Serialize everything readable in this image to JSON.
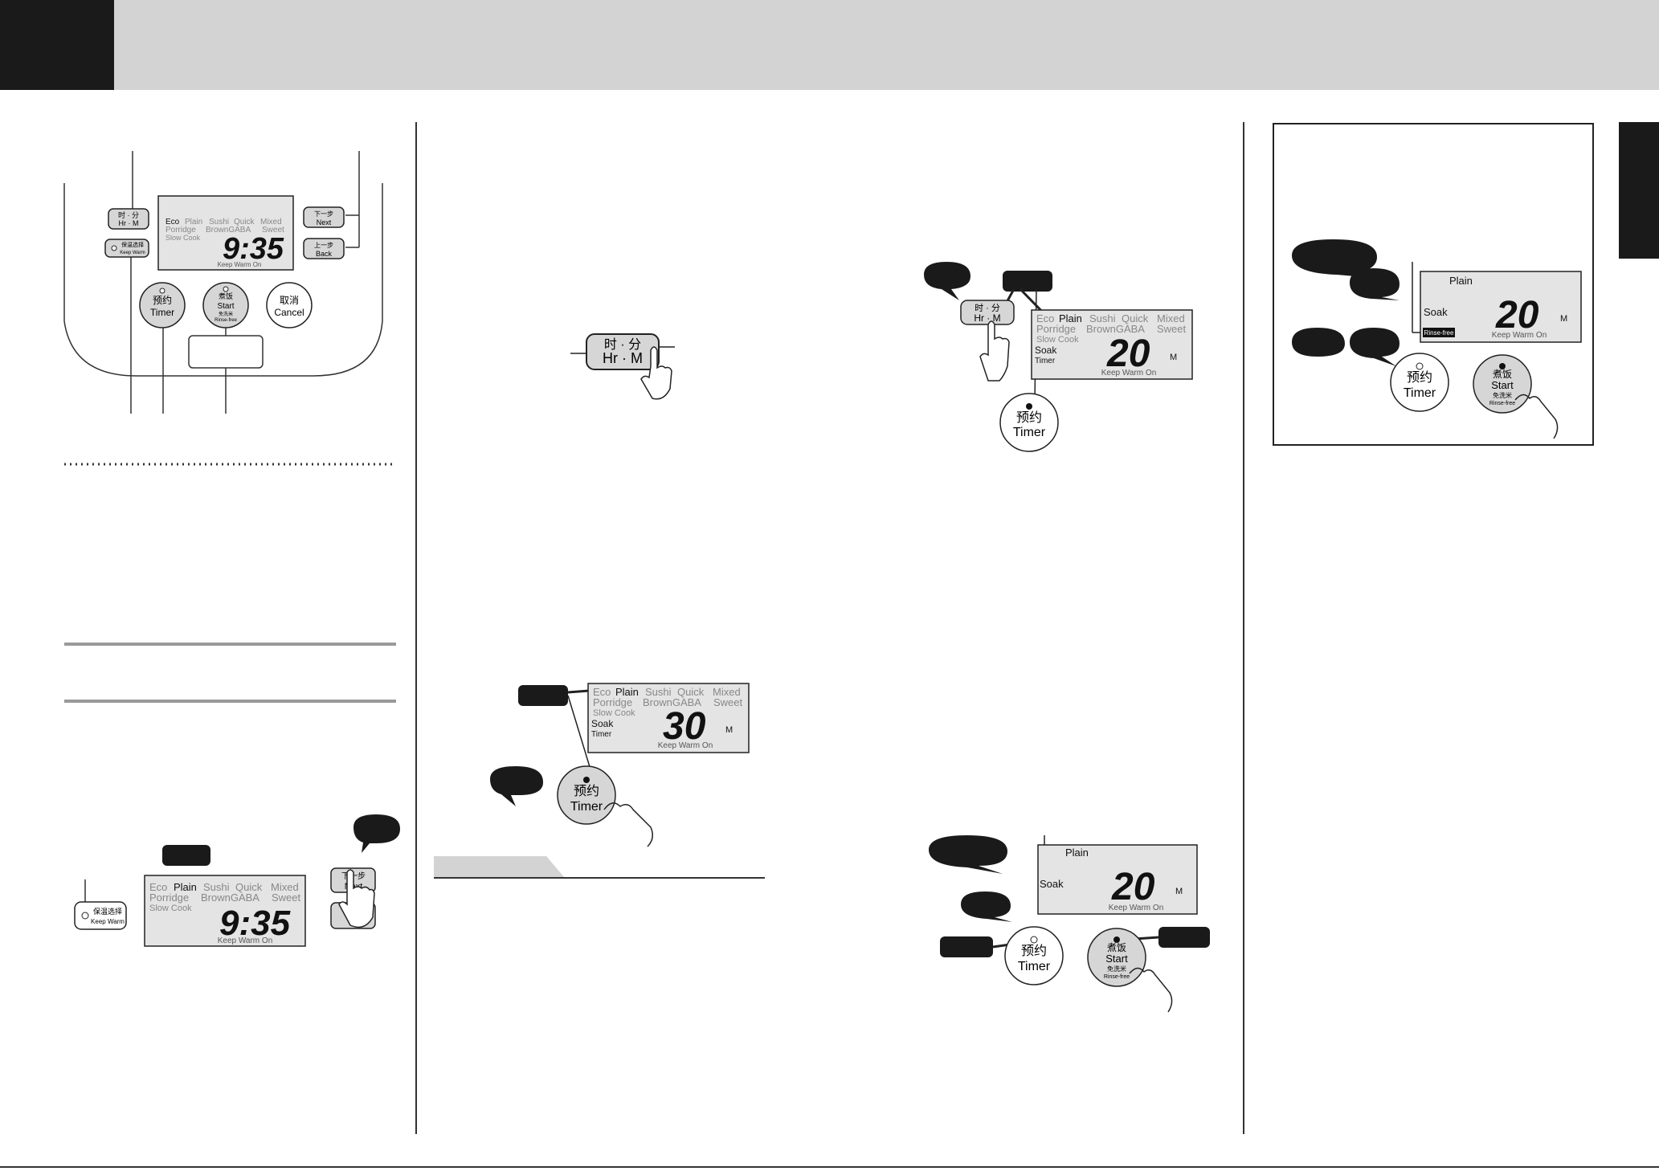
{
  "panel_labels": {
    "mode_line1": [
      "Eco",
      "Plain",
      "Sushi",
      "Quick",
      "Mixed"
    ],
    "mode_line2": [
      "Porridge",
      "BrownGABA",
      "Sweet"
    ],
    "slow_cook": "Slow Cook",
    "soak": "Soak",
    "timer_small": "Timer",
    "keep_warm_on": "Keep Warm On",
    "plain": "Plain",
    "minute_unit": "M",
    "rinse_free_badge": "Rinse-free"
  },
  "buttons": {
    "hrm_cn": "时 · 分",
    "hrm_en": "Hr · M",
    "keepwarm_cn": "保温选择",
    "keepwarm_en": "Keep Warm",
    "next_cn": "下一步",
    "next_en": "Next",
    "back_cn": "上一步",
    "back_en": "Back",
    "timer_cn": "预约",
    "timer_en": "Timer",
    "start_cn": "煮饭",
    "start_en": "Start",
    "rinse_cn": "免洗米",
    "rinse_en": "Rinse-free",
    "cancel_cn": "取消",
    "cancel_en": "Cancel"
  },
  "displays": {
    "clock_time": "9:35",
    "soak_30": "30",
    "soak_20": "20"
  }
}
